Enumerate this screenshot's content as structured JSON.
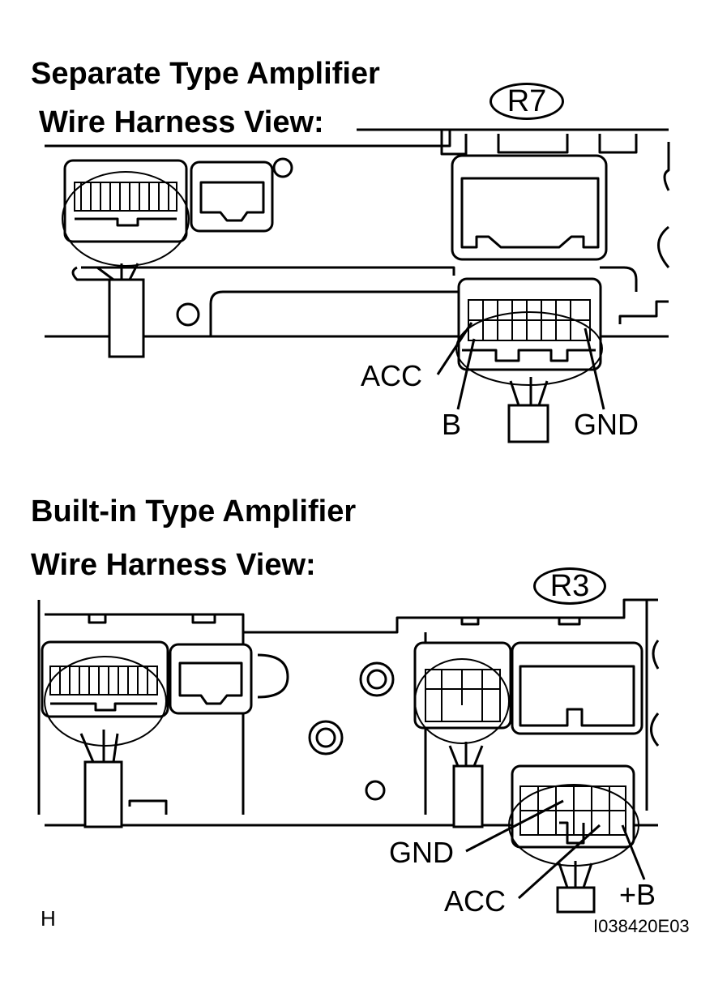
{
  "separate": {
    "title": "Separate Type Amplifier",
    "view_label": "Wire Harness View:",
    "connector_code": "R7",
    "pins": {
      "acc": "ACC",
      "b": "B",
      "gnd": "GND"
    }
  },
  "builtin": {
    "title": "Built-in Type Amplifier",
    "view_label": "Wire Harness View:",
    "connector_code": "R3",
    "pins": {
      "gnd": "GND",
      "acc": "ACC",
      "plus_b": "+B"
    }
  },
  "footer": {
    "corner_letter": "H",
    "figure_id": "I038420E03"
  }
}
